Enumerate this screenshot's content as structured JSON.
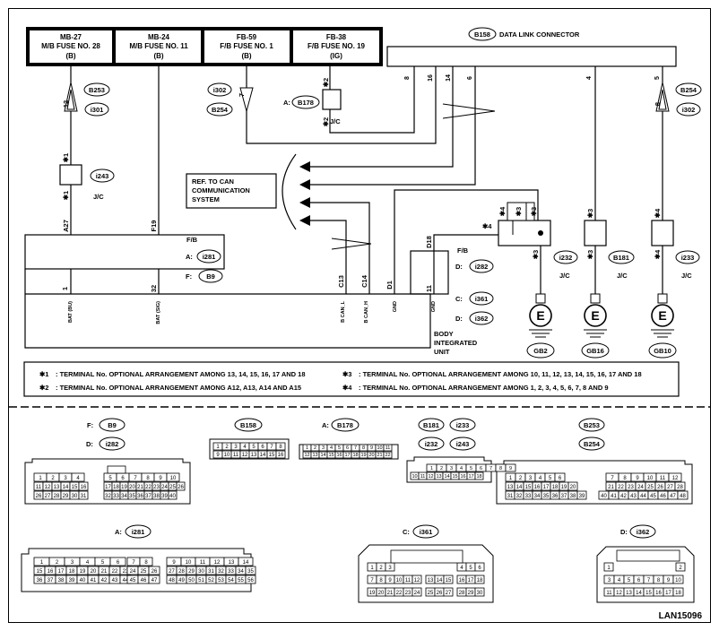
{
  "fuses": [
    {
      "id": "MB-27",
      "l2": "M/B FUSE NO. 28",
      "l3": "(B)"
    },
    {
      "id": "MB-24",
      "l2": "M/B FUSE NO. 11",
      "l3": "(B)"
    },
    {
      "id": "FB-59",
      "l2": "F/B FUSE NO. 1",
      "l3": "(B)"
    },
    {
      "id": "FB-38",
      "l2": "F/B FUSE NO. 19",
      "l3": "(IG)"
    }
  ],
  "dlc": {
    "code": "B158",
    "label": "DATA LINK CONNECTOR",
    "pins": [
      "8",
      "16",
      "14",
      "6",
      "4",
      "5"
    ]
  },
  "refs": {
    "b253": "B253",
    "i301": "i301",
    "i302a": "i302",
    "b254a": "B254",
    "b178": "B178",
    "a_prefix": "A:",
    "i243": "i243",
    "jc": "J/C",
    "b254b": "B254",
    "i302b": "i302",
    "fb": "F/B",
    "a281p": "A:",
    "i281": "i281",
    "fp": "F:",
    "b9": "B9",
    "fb2": "F/B",
    "dp": "D:",
    "i282": "i282",
    "cp": "C:",
    "i361": "i361",
    "dp2": "D:",
    "i362": "i362",
    "i232": "i232",
    "b181": "B181",
    "i233": "i233",
    "jc2": "J/C",
    "jc3": "J/C",
    "jc4": "J/C",
    "gb2": "GB2",
    "gb16": "GB16",
    "gb10": "GB10",
    "e": "E"
  },
  "pins": {
    "p12": "12",
    "s1a": "✱1",
    "s1b": "✱1",
    "a27": "A27",
    "f19": "F19",
    "p7": "7",
    "s2a": "✱2",
    "s2b": "✱2",
    "p1": "1",
    "p32": "32",
    "c13": "C13",
    "c14": "C14",
    "d1": "D1",
    "d18": "D18",
    "p11": "11",
    "s4a": "✱4",
    "s3a": "✱3",
    "s3b": "✱3",
    "s4c": "✱4",
    "s3c": "✱3",
    "s3d": "✱3",
    "s3e": "✱3",
    "s4d": "✱4",
    "s4e": "✱4",
    "s4b": "✱4",
    "p8": "8"
  },
  "terms": {
    "bat_bu": "BAT (BU)",
    "bat_sig": "BAT (SIG)",
    "bcanl": "B CAN_L",
    "bcanh": "B CAN_H",
    "gnd1": "GND",
    "gnd2": "GND"
  },
  "can_ref": [
    "REF. TO CAN",
    "COMMUNICATION",
    "SYSTEM"
  ],
  "biu": [
    "BODY",
    "INTEGRATED",
    "UNIT"
  ],
  "notes": [
    {
      "mark": "✱1",
      "text": ": TERMINAL No. OPTIONAL ARRANGEMENT AMONG 13, 14, 15, 16, 17 AND 18"
    },
    {
      "mark": "✱2",
      "text": ": TERMINAL No. OPTIONAL ARRANGEMENT AMONG A12, A13, A14 AND A15"
    },
    {
      "mark": "✱3",
      "text": ": TERMINAL No. OPTIONAL ARRANGEMENT AMONG 10, 11, 12, 13, 14, 15, 16, 17 AND 18"
    },
    {
      "mark": "✱4",
      "text": ": TERMINAL No. OPTIONAL ARRANGEMENT AMONG 1, 2, 3, 4, 5, 6, 7, 8 AND 9"
    }
  ],
  "conn_labels": {
    "f": "F:",
    "b9": "B9",
    "d": "D:",
    "i282": "i282",
    "b158": "B158",
    "a": "A:",
    "b178": "B178",
    "b181": "B181",
    "i233": "i233",
    "i232": "i232",
    "i243": "i243",
    "b253": "B253",
    "b254": "B254",
    "a2": "A:",
    "i281": "i281",
    "c": "C:",
    "i361": "i361",
    "d2": "D:",
    "i362": "i362"
  },
  "diagram_code": "LAN15096"
}
